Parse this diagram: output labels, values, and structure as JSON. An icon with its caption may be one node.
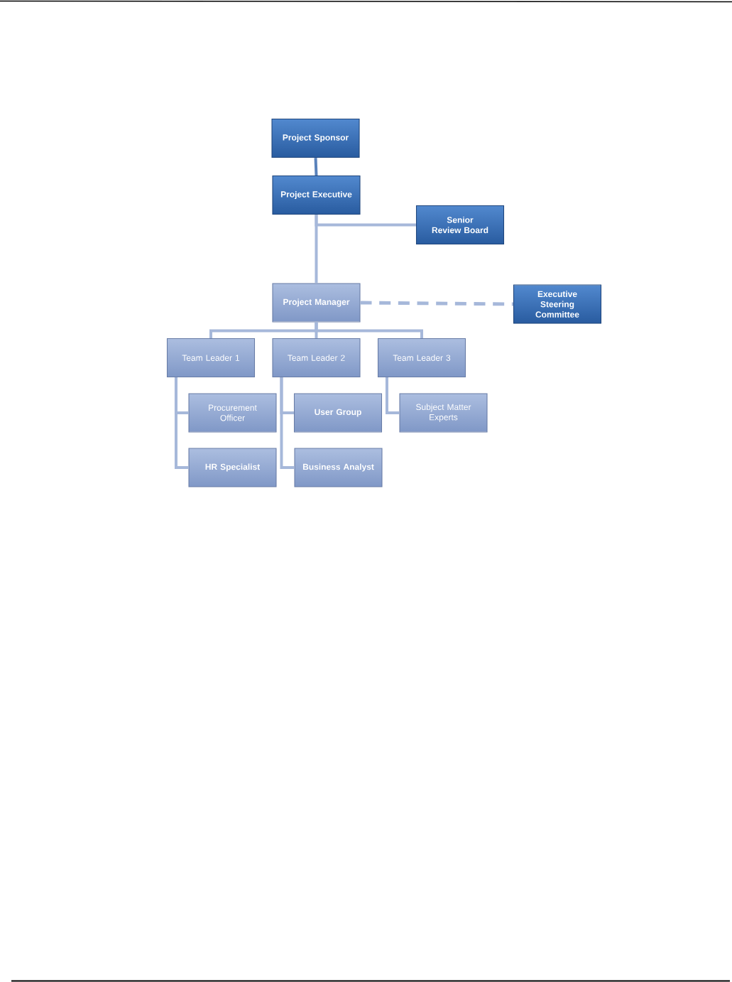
{
  "diagram": {
    "nodes": [
      {
        "text": [
          "Project Sponsor"
        ]
      },
      {
        "text": [
          "Project Executive"
        ]
      },
      {
        "text": [
          "Senior Review Board"
        ]
      },
      {
        "text": [
          "Project Manager"
        ]
      },
      {
        "text": [
          "Executive Steering Committee"
        ]
      },
      {
        "text": [
          "Team Leader 1"
        ]
      },
      {
        "text": [
          "Team Leader 2"
        ]
      },
      {
        "text": [
          "Team Leader 3"
        ]
      },
      {
        "text": [
          "Procurement Officer"
        ]
      },
      {
        "text": [
          "User Group"
        ]
      },
      {
        "text": [
          "Subject Matter Experts"
        ]
      },
      {
        "text": [
          "HR Specialist"
        ]
      },
      {
        "text": [
          "Business Analyst"
        ]
      }
    ],
    "edges": [
      {
        "from": 0,
        "to": 1,
        "arrow": "none",
        "color": "#5a82bb"
      },
      {
        "from": 1,
        "to": 2,
        "arrow": "none"
      },
      {
        "from": 1,
        "to": 3,
        "arrow": "none"
      },
      {
        "from": 3,
        "to": 4,
        "arrow": "none",
        "style": "dashed"
      },
      {
        "from": 3,
        "to": 5,
        "arrow": "none"
      },
      {
        "from": 3,
        "to": 6,
        "arrow": "none"
      },
      {
        "from": 3,
        "to": 7,
        "arrow": "none"
      },
      {
        "from": 5,
        "to": 8,
        "arrow": "none"
      },
      {
        "from": 5,
        "to": 11,
        "arrow": "none"
      },
      {
        "from": 6,
        "to": 9,
        "arrow": "none"
      },
      {
        "from": 6,
        "to": 12,
        "arrow": "none"
      },
      {
        "from": 7,
        "to": 10,
        "arrow": "none"
      }
    ]
  }
}
